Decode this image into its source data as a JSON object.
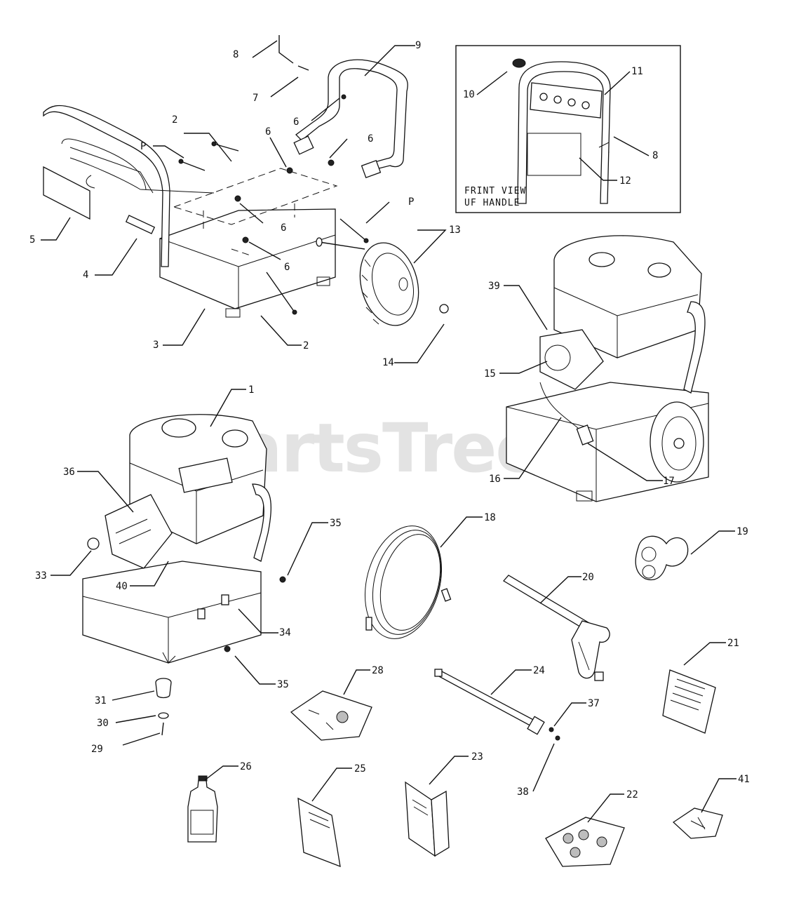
{
  "watermark": {
    "text": "PartsTree",
    "trademark": "™"
  },
  "inset": {
    "caption_line1": "FRINT VIEW",
    "caption_line2": "UF HANDLE"
  },
  "callouts": [
    {
      "id": "c8a",
      "num": "8"
    },
    {
      "id": "c9",
      "num": "9"
    },
    {
      "id": "c7",
      "num": "7"
    },
    {
      "id": "c6a",
      "num": "6"
    },
    {
      "id": "c2a",
      "num": "2"
    },
    {
      "id": "c2b",
      "num": "P"
    },
    {
      "id": "c6b",
      "num": "6"
    },
    {
      "id": "c6c",
      "num": "6"
    },
    {
      "id": "c6d",
      "num": "6"
    },
    {
      "id": "c6e",
      "num": "6"
    },
    {
      "id": "c2c",
      "num": "P"
    },
    {
      "id": "c5",
      "num": "5"
    },
    {
      "id": "c4",
      "num": "4"
    },
    {
      "id": "c3",
      "num": "3"
    },
    {
      "id": "c2d",
      "num": "2"
    },
    {
      "id": "c13",
      "num": "13"
    },
    {
      "id": "c14",
      "num": "14"
    },
    {
      "id": "c10",
      "num": "10"
    },
    {
      "id": "c11",
      "num": "11"
    },
    {
      "id": "c8b",
      "num": "8"
    },
    {
      "id": "c12",
      "num": "12"
    },
    {
      "id": "c39",
      "num": "39"
    },
    {
      "id": "c15",
      "num": "15"
    },
    {
      "id": "c16",
      "num": "16"
    },
    {
      "id": "c17",
      "num": "17"
    },
    {
      "id": "c1",
      "num": "1"
    },
    {
      "id": "c36",
      "num": "36"
    },
    {
      "id": "c33",
      "num": "33"
    },
    {
      "id": "c40",
      "num": "40"
    },
    {
      "id": "c35a",
      "num": "35"
    },
    {
      "id": "c34",
      "num": "34"
    },
    {
      "id": "c35b",
      "num": "35"
    },
    {
      "id": "c18",
      "num": "18"
    },
    {
      "id": "c19",
      "num": "19"
    },
    {
      "id": "c20",
      "num": "20"
    },
    {
      "id": "c21",
      "num": "21"
    },
    {
      "id": "c28",
      "num": "28"
    },
    {
      "id": "c24",
      "num": "24"
    },
    {
      "id": "c37",
      "num": "37"
    },
    {
      "id": "c38",
      "num": "38"
    },
    {
      "id": "c31",
      "num": "31"
    },
    {
      "id": "c30",
      "num": "30"
    },
    {
      "id": "c29",
      "num": "29"
    },
    {
      "id": "c26",
      "num": "26"
    },
    {
      "id": "c25",
      "num": "25"
    },
    {
      "id": "c23",
      "num": "23"
    },
    {
      "id": "c22",
      "num": "22"
    },
    {
      "id": "c41",
      "num": "41"
    }
  ]
}
